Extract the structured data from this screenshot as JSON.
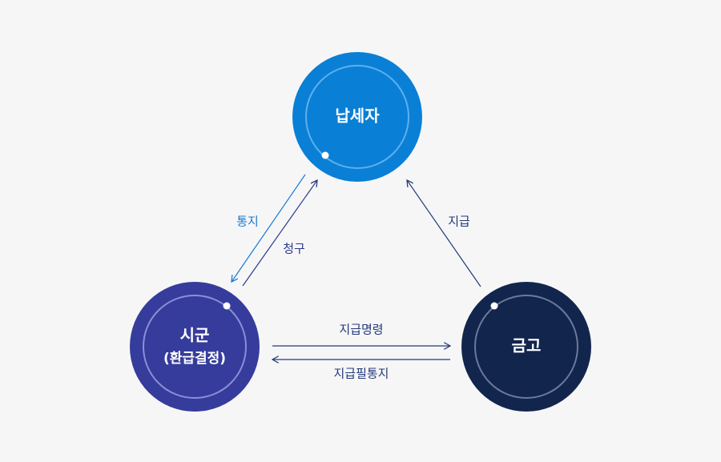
{
  "nodes": {
    "taxpayer": {
      "label": "납세자",
      "color": "#0a7fd6"
    },
    "city": {
      "label": "시군",
      "sublabel": "(환급결정)",
      "color": "#363c9b"
    },
    "treasury": {
      "label": "금고",
      "color": "#12254d"
    }
  },
  "edges": {
    "notice": {
      "label": "통지",
      "color": "#1a7ad0"
    },
    "claim": {
      "label": "청구",
      "color": "#2c3a8e"
    },
    "payment": {
      "label": "지급",
      "color": "#243a78"
    },
    "payment_order": {
      "label": "지급명령",
      "color": "#243a78"
    },
    "payment_notice": {
      "label": "지급필통지",
      "color": "#243a78"
    }
  }
}
